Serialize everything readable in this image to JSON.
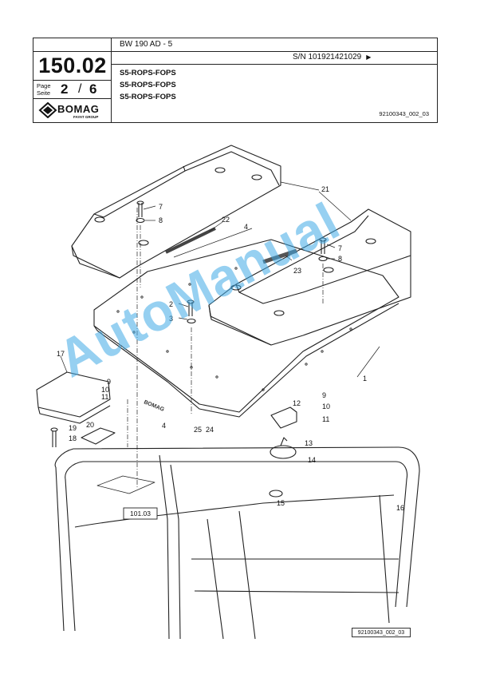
{
  "header": {
    "model": "BW 190 AD - 5",
    "serial": "S/N 101921421029",
    "titles": [
      "S5-ROPS-FOPS",
      "S5-ROPS-FOPS",
      "S5-ROPS-FOPS"
    ],
    "image_ref": "92100343_002_03",
    "group_number": "150.02",
    "page_label_en": "Page",
    "page_label_de": "Seite",
    "page_current": "2",
    "page_sep": "/",
    "page_total": "6",
    "logo_text": "BOMAG",
    "logo_subtext": "FAYAT GROUP"
  },
  "drawing": {
    "callouts": [
      "1",
      "2",
      "3",
      "4",
      "4",
      "7",
      "7",
      "8",
      "8",
      "9",
      "9",
      "10",
      "10",
      "11",
      "11",
      "12",
      "13",
      "14",
      "15",
      "16",
      "17",
      "18",
      "19",
      "20",
      "21",
      "22",
      "23",
      "24",
      "25"
    ],
    "reference_box": "101.03",
    "sticker_text": "BOMAG",
    "footer_ref": "92100343_002_03"
  },
  "watermark": "AutoManual"
}
